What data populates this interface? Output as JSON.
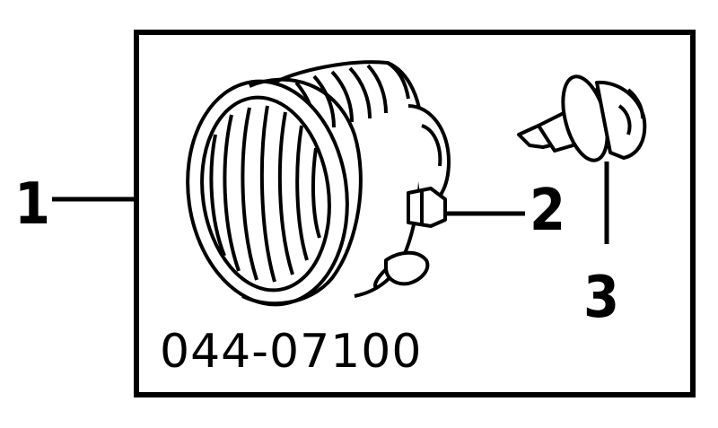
{
  "callouts": [
    {
      "id": "1",
      "label": "1"
    },
    {
      "id": "2",
      "label": "2"
    },
    {
      "id": "3",
      "label": "3"
    }
  ],
  "part_number": "044-07100",
  "colors": {
    "stroke": "#000000",
    "background": "#ffffff"
  },
  "parts": [
    "fog-lamp-assembly",
    "adjuster-screw",
    "bulb"
  ]
}
